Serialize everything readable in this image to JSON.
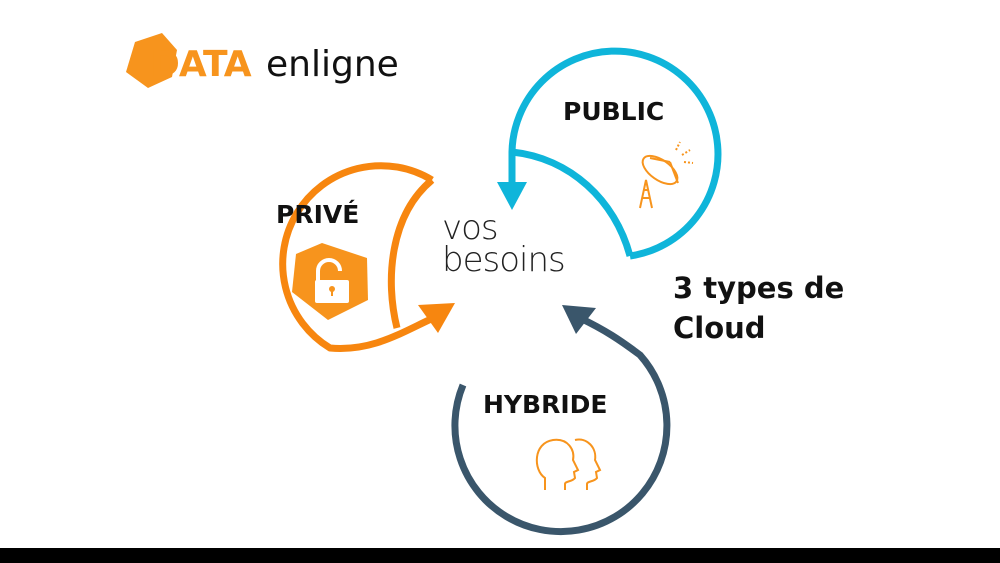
{
  "logo": {
    "brand_part1": "DATA",
    "brand_part2": "enligne"
  },
  "center": {
    "line1": "vos",
    "line2": "besoins"
  },
  "segments": [
    {
      "label": "PRIVÉ",
      "icon": "lock-icon",
      "color": "#F7860F"
    },
    {
      "label": "PUBLIC",
      "icon": "satellite-dish-icon",
      "color": "#0FB5DA"
    },
    {
      "label": "HYBRIDE",
      "icon": "heads-icon",
      "color": "#3A566B"
    }
  ],
  "caption": {
    "line1": "3 types de",
    "line2": "Cloud"
  },
  "colors": {
    "accent": "#F7941D"
  }
}
